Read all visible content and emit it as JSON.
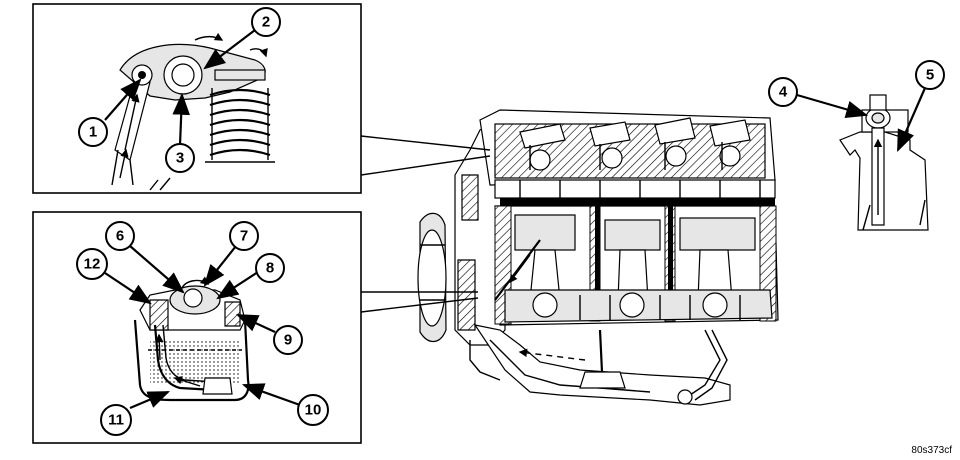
{
  "figure_id": "80s373cf",
  "callouts": [
    {
      "label": "1"
    },
    {
      "label": "2"
    },
    {
      "label": "3"
    },
    {
      "label": "4"
    },
    {
      "label": "5"
    },
    {
      "label": "6"
    },
    {
      "label": "7"
    },
    {
      "label": "8"
    },
    {
      "label": "9"
    },
    {
      "label": "10"
    },
    {
      "label": "11"
    },
    {
      "label": "12"
    }
  ]
}
